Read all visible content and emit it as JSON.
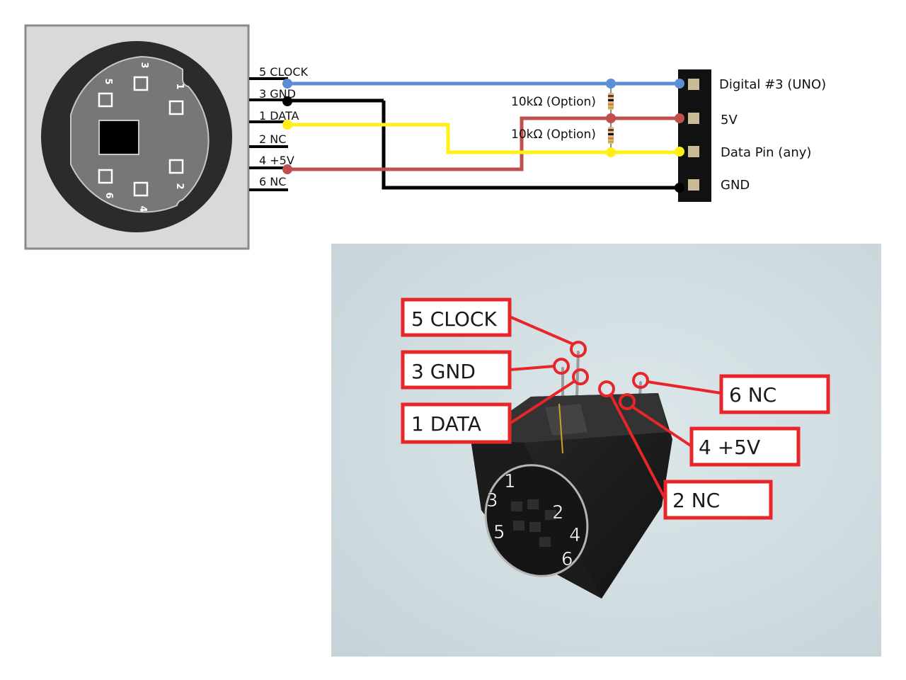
{
  "connector_pin_numbers": {
    "p1": "1",
    "p2": "2",
    "p3": "3",
    "p4": "4",
    "p5": "5",
    "p6": "6"
  },
  "wire_labels": {
    "clock": "5 CLOCK",
    "gnd": "3 GND",
    "data": "1 DATA",
    "nc2": "2 NC",
    "vcc": "4 +5V",
    "nc6": "6 NC"
  },
  "resistor_labels": {
    "r1": "10kΩ (Option)",
    "r2": "10kΩ (Option)"
  },
  "header_labels": {
    "digital3": "Digital #3 (UNO)",
    "v5": "5V",
    "data_pin": "Data Pin (any)",
    "gnd": "GND"
  },
  "photo_callouts": {
    "clock": "5 CLOCK",
    "gnd": "3 GND",
    "data": "1 DATA",
    "nc6": "6 NC",
    "vcc": "4 +5V",
    "nc2": "2 NC"
  },
  "photo_face_numbers": {
    "n1": "1",
    "n3": "3",
    "n2": "2",
    "n5": "5",
    "n4": "4",
    "n6": "6"
  },
  "colors": {
    "clock_wire": "#5b8ed6",
    "gnd_wire": "#000000",
    "data_wire": "#ffef14",
    "vcc_wire": "#c0504d",
    "callout_red": "#e8262a",
    "connector_gray": "#777777",
    "photo_background": "#d3dfe3"
  }
}
